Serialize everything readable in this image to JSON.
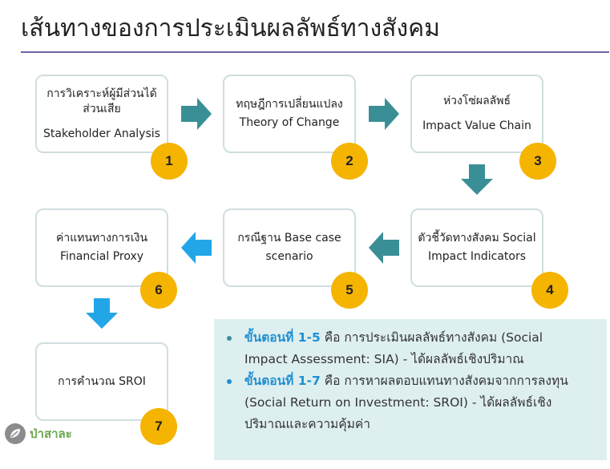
{
  "header": {
    "title": "เส้นทางของการประเมินผลลัพธ์ทางสังคม"
  },
  "steps": [
    {
      "number": "1",
      "line1": "การวิเคราะห์ผู้มีส่วนได้",
      "line2": "ส่วนเสีย",
      "line3": "Stakeholder Analysis"
    },
    {
      "number": "2",
      "line1": "ทฤษฎีการเปลี่ยนแปลง",
      "line2": "Theory of Change"
    },
    {
      "number": "3",
      "line1": "ห่วงโซ่ผลลัพธ์",
      "line2": "Impact Value Chain"
    },
    {
      "number": "4",
      "line1": "ตัวชี้วัดทางสังคม Social",
      "line2": "Impact Indicators"
    },
    {
      "number": "5",
      "line1": "กรณีฐาน Base case",
      "line2": "scenario"
    },
    {
      "number": "6",
      "line1": "ค่าแทนทางการเงิน",
      "line2": "Financial Proxy"
    },
    {
      "number": "7",
      "line1": "การคำนวณ SROI"
    }
  ],
  "notes": [
    {
      "highlight": "ขั้นตอนที่ 1-5",
      "line1": " คือ การประเมินผลลัพธ์ทางสังคม (Social",
      "line2": "Impact Assessment: SIA) - ได้ผลลัพธ์เชิงปริมาณ",
      "bullet_color": "#3a8fa0"
    },
    {
      "highlight": "ขั้นตอนที่ 1-7",
      "line1": " คือ การหาผลตอบแทนทางสังคมจากการลงทุน",
      "line2": "(Social Return on Investment: SROI) - ได้ผลลัพธ์เชิง",
      "line3": "ปริมาณและความคุ้มค่า",
      "bullet_color": "#1f8fd0"
    }
  ],
  "logo": {
    "text": "ป่าสาละ"
  },
  "colors": {
    "badge": "#f5b400",
    "teal_arrow": "#3a8f96",
    "blue_arrow": "#23a6e8",
    "box_border": "#cfdedf",
    "title_rule": "#6c63a8",
    "note_bg": "#deeff0",
    "highlight": "#1f8fd0"
  }
}
